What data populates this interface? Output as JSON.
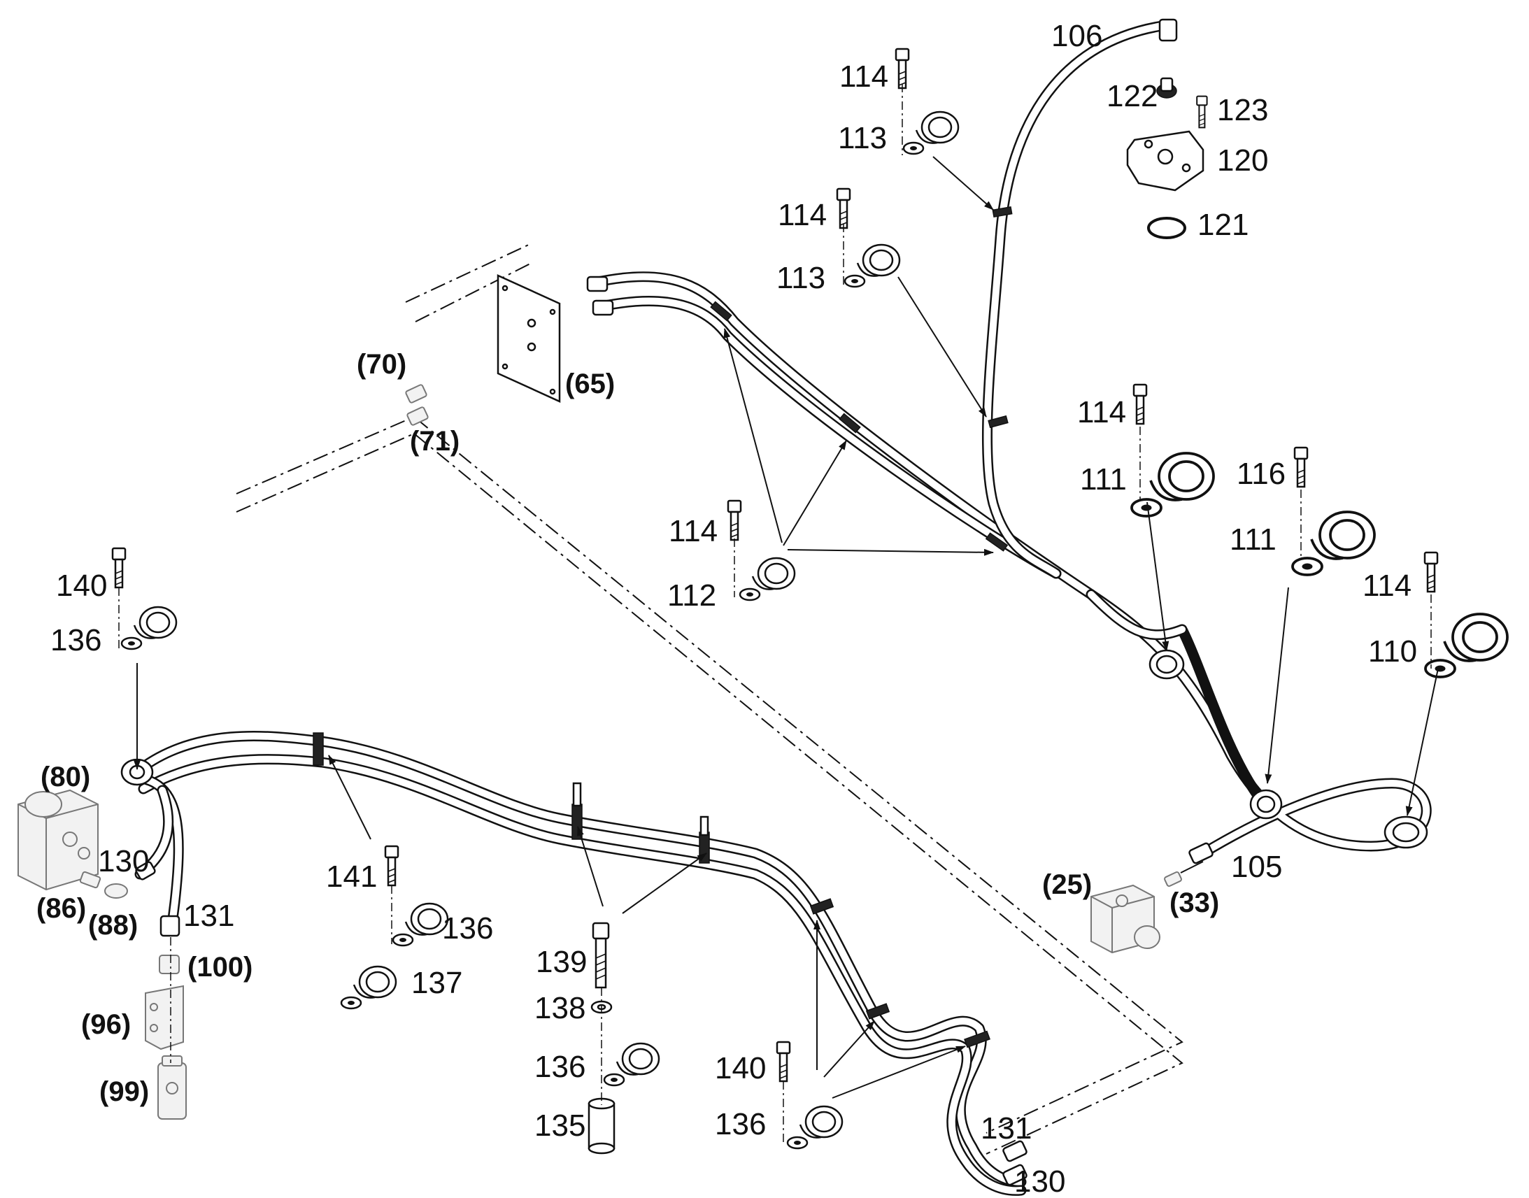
{
  "labels": {
    "l106": "106",
    "l114a": "114",
    "l113a": "113",
    "l122": "122",
    "l123": "123",
    "l120": "120",
    "l121": "121",
    "l114b": "114",
    "l113b": "113",
    "l70": "(70)",
    "l71": "(71)",
    "l65": "(65)",
    "l114c": "114",
    "l111a": "111",
    "l116": "116",
    "l111b": "111",
    "l114d": "114",
    "l112": "112",
    "l114e": "114",
    "l110": "110",
    "l140a": "140",
    "l136a": "136",
    "l80": "(80)",
    "l130a": "130",
    "l86": "(86)",
    "l88": "(88)",
    "l131a": "131",
    "l100": "(100)",
    "l96": "(96)",
    "l99": "(99)",
    "l141": "141",
    "l136b": "136",
    "l137": "137",
    "l139": "139",
    "l138": "138",
    "l136c": "136",
    "l135": "135",
    "l140b": "140",
    "l136d": "136",
    "l131b": "131",
    "l130b": "130",
    "l25": "(25)",
    "l33": "(33)",
    "l105": "105"
  }
}
